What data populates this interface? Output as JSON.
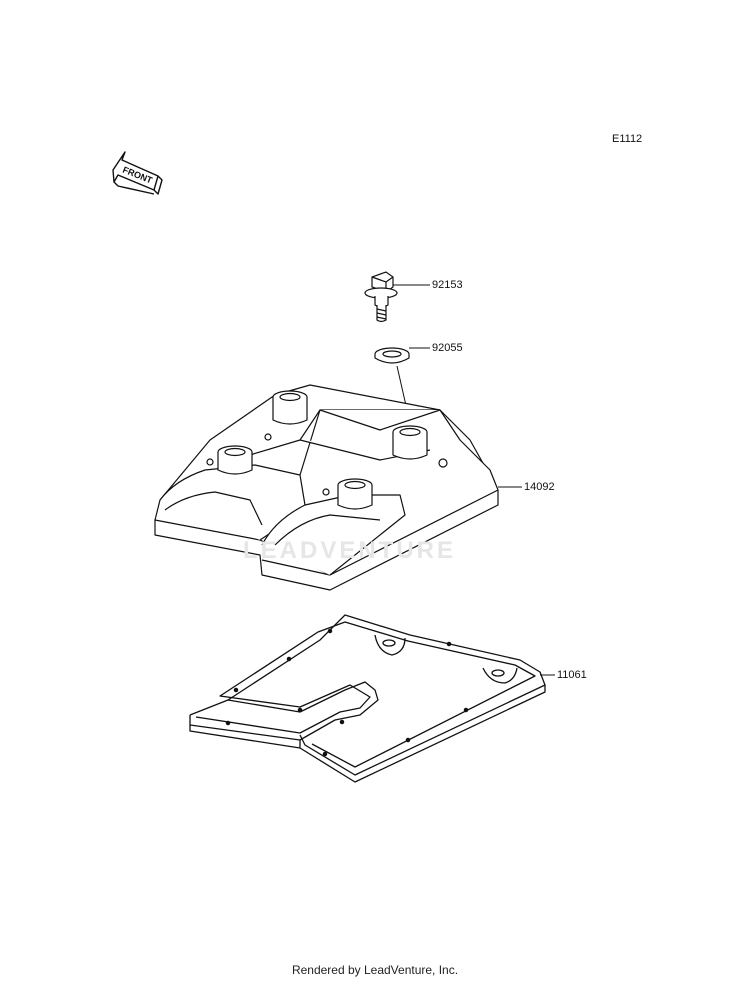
{
  "diagram": {
    "code": "E1112",
    "front_arrow_label": "FRONT",
    "watermark": "LEADVENTURE"
  },
  "callouts": {
    "bolt": "92153",
    "washer": "92055",
    "cylinder_head_cover": "14092",
    "gasket": "11061"
  },
  "footer": {
    "credit": "Rendered by LeadVenture, Inc."
  }
}
